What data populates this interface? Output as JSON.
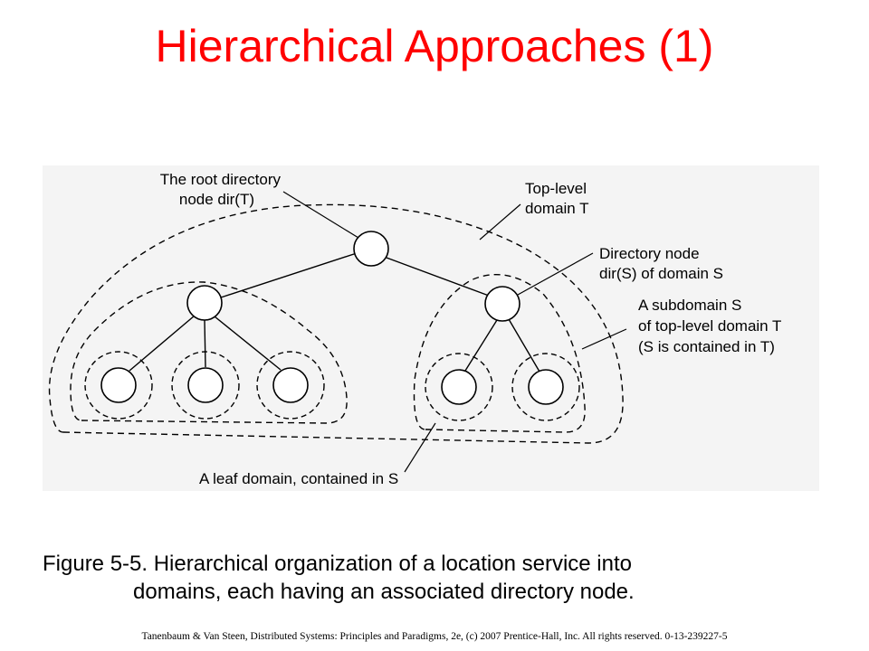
{
  "slide": {
    "title": "Hierarchical Approaches (1)",
    "caption_line1": "Figure 5-5. Hierarchical organization of a location service into",
    "caption_line2": "domains, each having an associated directory node.",
    "footer": "Tanenbaum & Van Steen, Distributed Systems: Principles and Paradigms, 2e, (c) 2007 Prentice-Hall, Inc. All rights reserved. 0-13-239227-5",
    "title_color": "#ff0000"
  },
  "diagram": {
    "labels": {
      "root_line1": "The root directory",
      "root_line2": "node dir(T)",
      "toplevel_line1": "Top-level",
      "toplevel_line2": "domain T",
      "dirnode_line1": "Directory node",
      "dirnode_line2": "dir(S) of domain S",
      "subdomain_line1": "A subdomain S",
      "subdomain_line2": "of top-level domain T",
      "subdomain_line3": "(S is contained in T)",
      "leaf": "A leaf domain, contained in S"
    }
  }
}
